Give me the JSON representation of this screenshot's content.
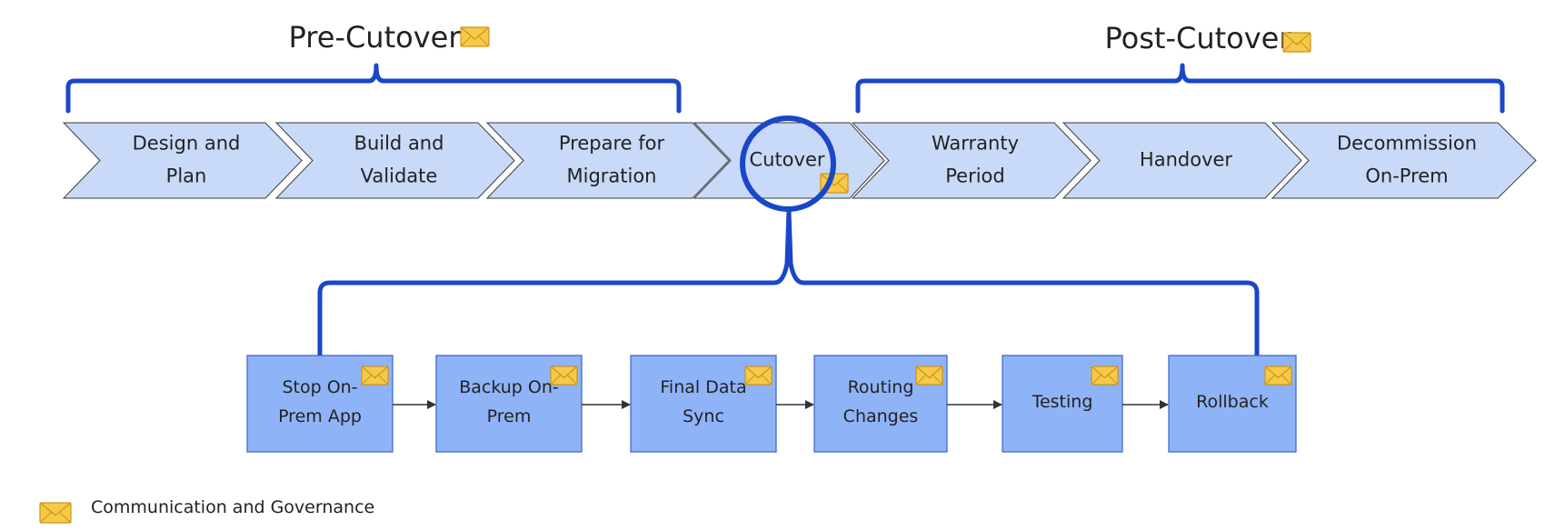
{
  "colors": {
    "chevron_fill": "#c9daf8",
    "chevron_stroke": "#3b3b3b",
    "step_fill": "#8fb3f7",
    "step_stroke": "#3a62c9",
    "bracket": "#1a46c8",
    "arrow": "#333333",
    "envelope_fill": "#f7c948",
    "envelope_stroke": "#c99617"
  },
  "groups": {
    "pre": {
      "label": "Pre-Cutover",
      "icon": "envelope-icon"
    },
    "post": {
      "label": "Post-Cutover",
      "icon": "envelope-icon"
    }
  },
  "phases": [
    {
      "lines": [
        "Design and",
        "Plan"
      ]
    },
    {
      "lines": [
        "Build and",
        "Validate"
      ]
    },
    {
      "lines": [
        "Prepare for",
        "Migration"
      ]
    },
    {
      "lines": [
        "Cutover"
      ],
      "icon": "envelope-icon",
      "highlighted": true
    },
    {
      "lines": [
        "Warranty",
        "Period"
      ]
    },
    {
      "lines": [
        "Handover"
      ]
    },
    {
      "lines": [
        "Decommission",
        "On-Prem"
      ]
    }
  ],
  "steps": [
    {
      "lines": [
        "Stop On-",
        "Prem App"
      ],
      "icon": "envelope-icon"
    },
    {
      "lines": [
        "Backup On-",
        "Prem"
      ],
      "icon": "envelope-icon"
    },
    {
      "lines": [
        "Final Data",
        "Sync"
      ],
      "icon": "envelope-icon"
    },
    {
      "lines": [
        "Routing",
        "Changes"
      ],
      "icon": "envelope-icon"
    },
    {
      "lines": [
        "Testing"
      ],
      "icon": "envelope-icon"
    },
    {
      "lines": [
        "Rollback"
      ],
      "icon": "envelope-icon"
    }
  ],
  "legend": {
    "label": "Communication and Governance",
    "icon": "envelope-icon"
  }
}
